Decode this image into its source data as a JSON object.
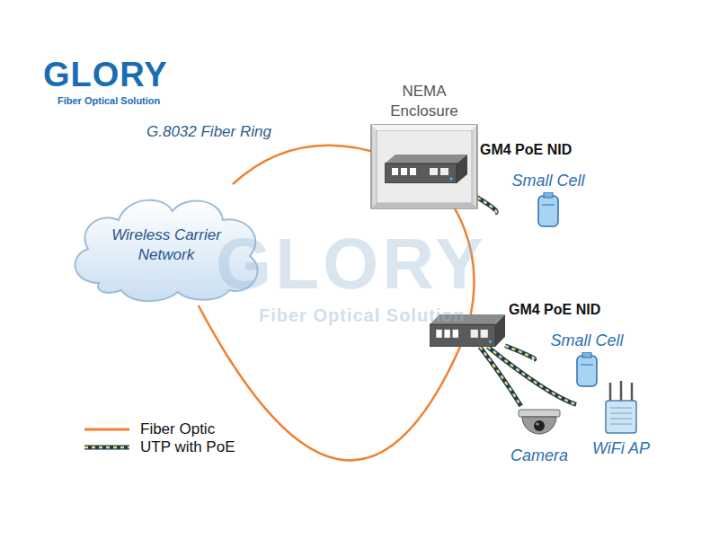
{
  "diagram": {
    "nodes": [
      {
        "text": [
          "Wireless Carrier Network"
        ]
      },
      {
        "text": [
          "NEMA Enclosure"
        ]
      },
      {
        "text": [
          "GM4 PoE NID"
        ],
        "in": 1
      },
      {
        "text": [
          "Small Cell"
        ]
      },
      {
        "text": [
          "GM4 PoE NID"
        ]
      },
      {
        "text": [
          "Small Cell"
        ]
      },
      {
        "text": [
          "Camera"
        ]
      },
      {
        "text": [
          "WiFi AP"
        ]
      }
    ],
    "edges": [
      {
        "from": 0,
        "to": 2,
        "arrow": "none"
      },
      {
        "from": 2,
        "to": 4,
        "arrow": "none"
      },
      {
        "from": 4,
        "to": 0,
        "arrow": "none"
      },
      {
        "from": 2,
        "to": 3,
        "arrow": "none"
      },
      {
        "from": 4,
        "to": 5,
        "arrow": "none"
      },
      {
        "from": 4,
        "to": 6,
        "arrow": "none"
      },
      {
        "from": 4,
        "to": 7,
        "arrow": "none"
      }
    ],
    "labels": [
      "GLORY",
      "Fiber Optical Solution",
      "G.8032 Fiber Ring",
      "GLORY",
      "Fiber Optical Solution"
    ],
    "legend": [
      {
        "text": "Fiber Optic"
      },
      {
        "text": "UTP with PoE"
      }
    ]
  }
}
